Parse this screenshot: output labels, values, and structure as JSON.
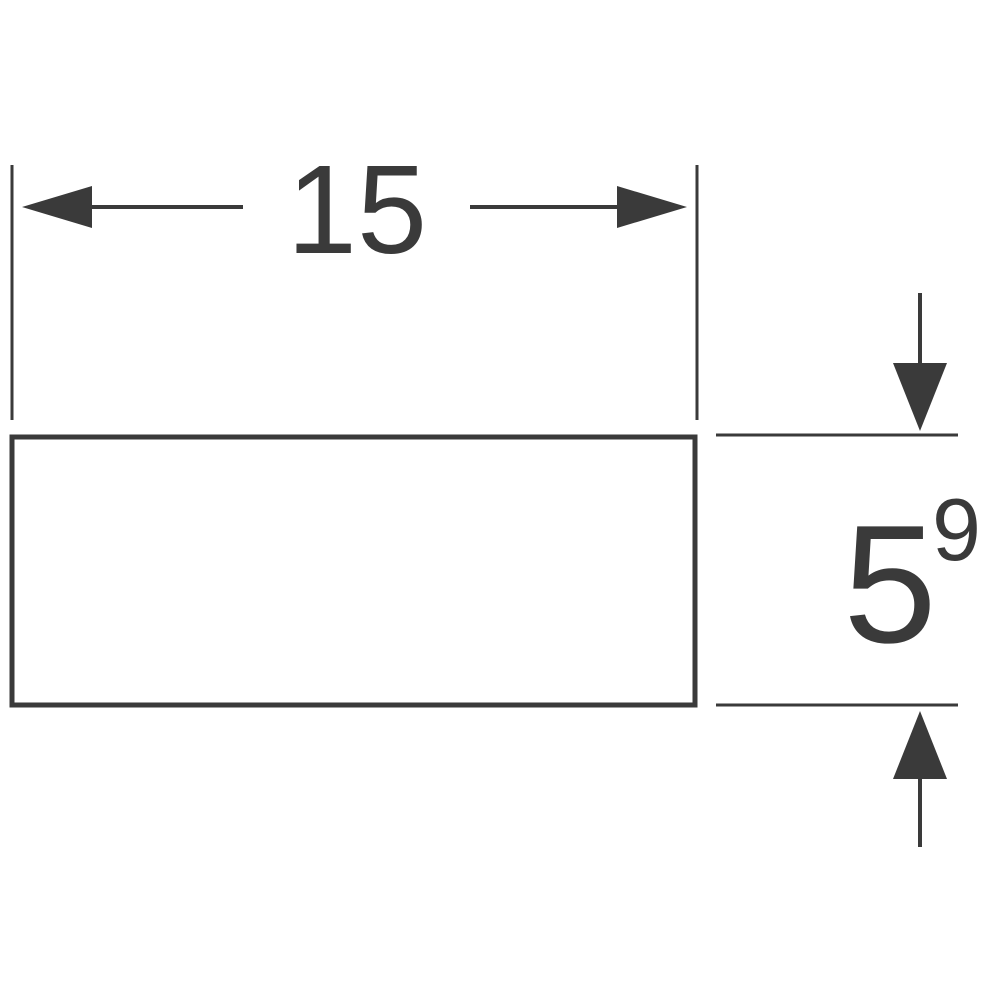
{
  "diagram": {
    "type": "technical-dimension-drawing",
    "shape": "rectangle",
    "width_dimension": {
      "value": "15"
    },
    "height_dimension": {
      "value": "5",
      "superscript": "9"
    },
    "colors": {
      "line": "#3a3a3a",
      "background": "#ffffff"
    }
  }
}
